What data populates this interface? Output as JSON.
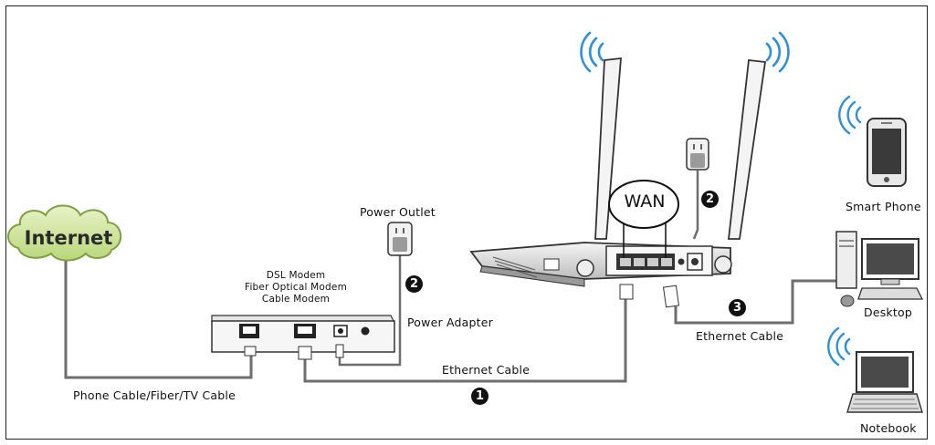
{
  "internet": {
    "label": "Internet"
  },
  "modem": {
    "lines": [
      "DSL Modem",
      "Fiber Optical Modem",
      "Cable Modem"
    ]
  },
  "power": {
    "outlet_label": "Power Outlet",
    "adapter_label": "Power Adapter"
  },
  "router": {
    "wan_label": "WAN"
  },
  "cables": {
    "phone_label": "Phone Cable/Fiber/TV Cable",
    "ethernet_main_label": "Ethernet Cable",
    "ethernet_client_label": "Ethernet Cable"
  },
  "steps": {
    "one": "1",
    "two": "2",
    "three": "3"
  },
  "devices": {
    "phone_label": "Smart Phone",
    "desktop_label": "Desktop",
    "notebook_label": "Notebook"
  },
  "colors": {
    "cable": "#6e6e6e",
    "wifi": "#2f8fd8",
    "device": "#333333",
    "cloud": "#cfe3a0"
  }
}
